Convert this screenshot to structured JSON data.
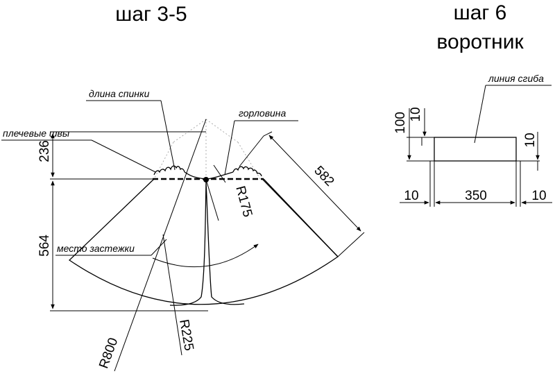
{
  "headers": {
    "step35": "шаг 3-5",
    "step6_line1": "шаг 6",
    "step6_line2": "воротник"
  },
  "pattern": {
    "labels": {
      "back_length": "длина спинки",
      "neckline": "горловина",
      "shoulder_seams": "плечевые швы",
      "fastening_place": "место застежки"
    },
    "dimensions": {
      "shoulder_height": "236",
      "body_height": "564",
      "side_length": "582",
      "neck_radius": "R175",
      "outer_radius": "R800",
      "inner_radius": "R225"
    }
  },
  "collar": {
    "labels": {
      "fold_line": "линия сгиба"
    },
    "dimensions": {
      "height_total": "100",
      "height_top": "10",
      "height_side": "10",
      "left_margin": "10",
      "width": "350",
      "right_margin": "10"
    }
  },
  "colors": {
    "ink": "#000000",
    "guide": "#999999",
    "background": "#ffffff"
  }
}
